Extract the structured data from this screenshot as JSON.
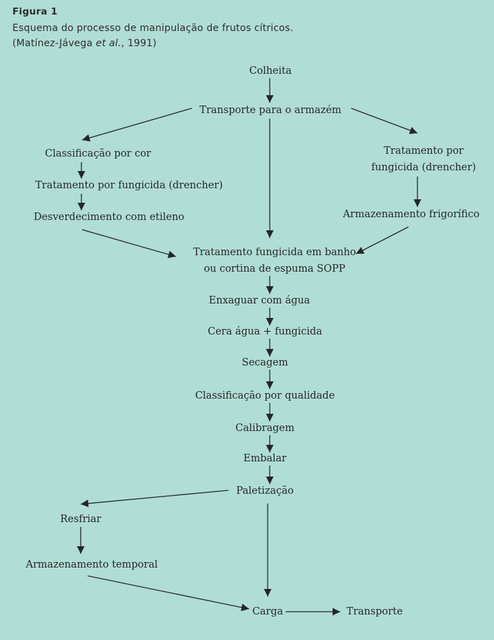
{
  "header": {
    "figure_label": "Figura 1",
    "caption": "Esquema do processo de manipulação de frutos cítricos.",
    "source_prefix": "(Matínez-Jávega ",
    "source_etal": "et al.",
    "source_suffix": ", 1991)"
  },
  "colors": {
    "background": "#b0ddd6",
    "ink": "#262626"
  },
  "nodes": {
    "colheita": "Colheita",
    "transporte_armazem": "Transporte para o armazém",
    "classificacao_cor": "Classificação por cor",
    "tratamento_fungicida_drencher": "Tratamento por fungicida (drencher)",
    "desverdecimento": "Desverdecimento com etileno",
    "tratamento_por_line1": "Tratamento por",
    "tratamento_por_line2": "fungicida (drencher)",
    "armazenamento_frigorifico": "Armazenamento frigorífico",
    "tratamento_banho_line1": "Tratamento fungicida em banho",
    "tratamento_banho_line2": "ou cortina de espuma SOPP",
    "enxaguar": "Enxaguar com água",
    "cera": "Cera água + fungicida",
    "secagem": "Secagem",
    "classificacao_qualidade": "Classificação por qualidade",
    "calibragem": "Calibragem",
    "embalar": "Embalar",
    "paletizacao": "Paletização",
    "resfriar": "Resfriar",
    "armazenamento_temporal": "Armazenamento temporal",
    "carga": "Carga",
    "transporte": "Transporte"
  }
}
